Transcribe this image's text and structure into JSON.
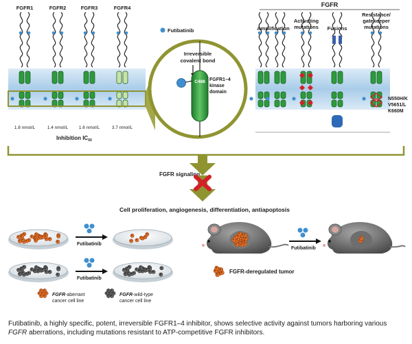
{
  "drug": "Futibatinib",
  "receptors": [
    {
      "name": "FGFR1",
      "ic50": "1.8 nmol/L"
    },
    {
      "name": "FGFR2",
      "ic50": "1.4 nmol/L"
    },
    {
      "name": "FGFR3",
      "ic50": "1.6 nmol/L"
    },
    {
      "name": "FGFR4",
      "ic50": "3.7 nmol/L"
    }
  ],
  "inhibition_label": "Inhibition IC",
  "inhibition_sub": "50",
  "zoom": {
    "bond_line1": "Irreversible",
    "bond_line2": "covalent bond",
    "residue": "C488",
    "domain_line1": "FGFR1–4",
    "domain_line2": "kinase",
    "domain_line3": "domain"
  },
  "fgfr_panel": {
    "title": "FGFR",
    "amplification": "Amplification",
    "activating_1": "Activating",
    "activating_2": "mutations",
    "fusions": "Fusions",
    "resistance_1": "Resistance/",
    "resistance_2": "gatekeeper",
    "resistance_3": "mutations",
    "mutations": [
      "N550H/K",
      "V5651/L",
      "K660M"
    ]
  },
  "signaling": "FGFR signaling",
  "outcome": "Cell proliferation, angiogenesis, differentiation, antiapoptosis",
  "legend": {
    "aberrant_1a": "FGFR",
    "aberrant_1b": "-aberrant",
    "aberrant_2": "cancer cell line",
    "wildtype_1a": "FGFR",
    "wildtype_1b": "-wild-type",
    "wildtype_2": "cancer cell line",
    "tumor": "FGFR-deregulated tumor"
  },
  "caption": {
    "part1": "Futibatinib, a highly specific, potent, irreversible FGFR1–4 inhibitor, shows selective activity against tumors harboring various ",
    "part2_italic": "FGFR",
    "part3": " aberrations, including mutations resistant to ATP-competitive FGFR inhibitors."
  },
  "colors": {
    "receptor_green": "#2f9a3c",
    "olive": "#8f9431",
    "block_x": "#d32028",
    "drug_blue": "#3f8fd0",
    "tumor_orange": "#e2772c",
    "membrane_blue": "#bcd9ee"
  }
}
